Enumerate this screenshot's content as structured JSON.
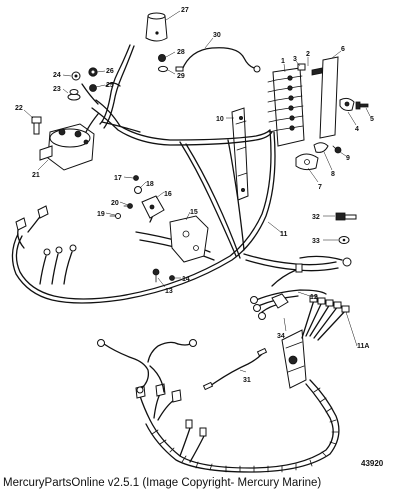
{
  "diagram": {
    "callouts": [
      "27",
      "30",
      "28",
      "29",
      "1",
      "2",
      "3",
      "6",
      "24",
      "26",
      "23",
      "25",
      "22",
      "21",
      "10",
      "4",
      "5",
      "9",
      "8",
      "7",
      "17",
      "18",
      "16",
      "20",
      "19",
      "15",
      "11",
      "32",
      "33",
      "14",
      "13",
      "12",
      "34",
      "11A",
      "31"
    ],
    "figure_number": "43920"
  },
  "footer": {
    "caption": "MercuryPartsOnline v2.5.1 (Image Copyright- Mercury Marine)"
  }
}
